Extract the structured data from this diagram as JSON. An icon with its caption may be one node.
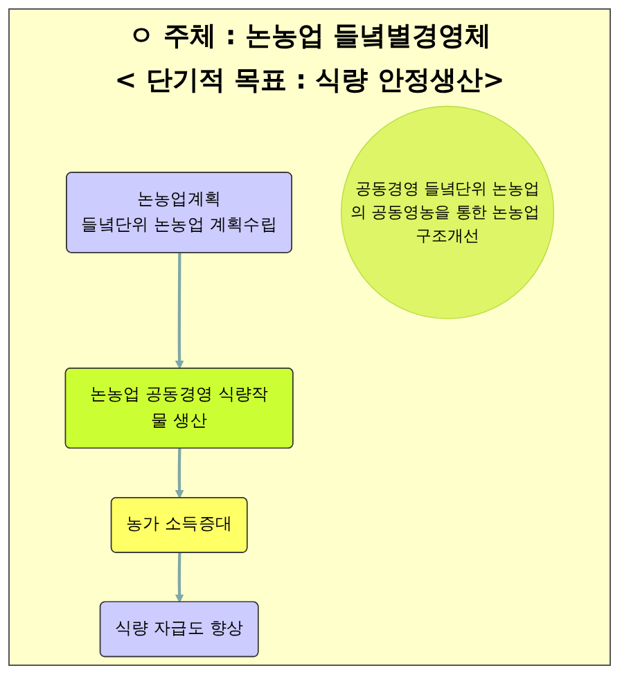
{
  "diagram": {
    "title": "ㅇ 주체 : 논농업 들녘별경영체",
    "nodes": [
      {
        "text": [
          "논농업계획",
          "들녘단위 논농업 계획수립"
        ]
      },
      {
        "text": [
          "논농업 공동경영 식량작물 생산"
        ]
      },
      {
        "text": [
          "공동경영 들녘단위 논농업의 공동영농을 통한 논농업 구조개선"
        ]
      },
      {
        "text": [
          "식량 자급도 향상"
        ]
      },
      {
        "text": [
          "농가 소득증대"
        ]
      }
    ],
    "edges": [
      {
        "from": 0,
        "to": 1,
        "arrow": "to"
      },
      {
        "from": 1,
        "to": 4,
        "arrow": "to"
      },
      {
        "from": 4,
        "to": 3,
        "arrow": "to"
      }
    ],
    "labels": [
      "< 단기적 목표 : 식량 안정생산>"
    ]
  }
}
